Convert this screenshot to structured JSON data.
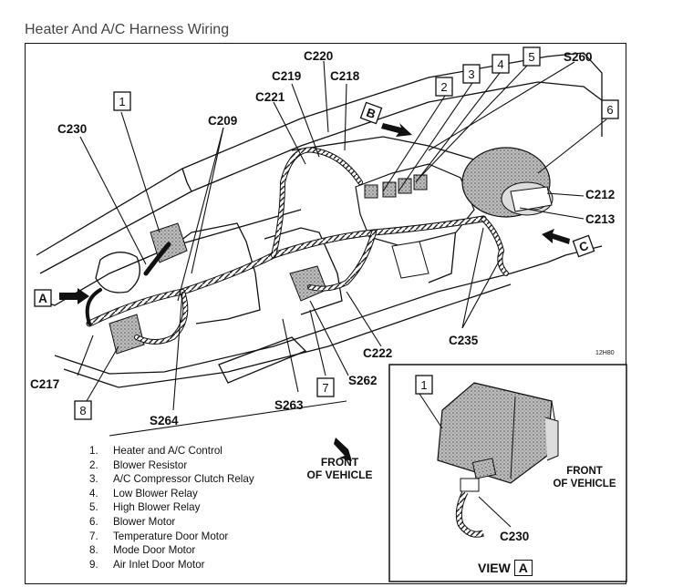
{
  "title": "Heater And A/C Harness Wiring",
  "callouts": {
    "c220": "C220",
    "c219": "C219",
    "c218": "C218",
    "c221": "C221",
    "c209": "C209",
    "c230": "C230",
    "s260": "S260",
    "c212": "C212",
    "c213": "C213",
    "c217": "C217",
    "c222": "C222",
    "c235": "C235",
    "s262": "S262",
    "s263": "S263",
    "s264": "S264",
    "c230_inset": "C230"
  },
  "boxes": {
    "b1": "1",
    "b2": "2",
    "b3": "3",
    "b4": "4",
    "b5": "5",
    "b6": "6",
    "b7": "7",
    "b8": "8",
    "b1_inset": "1"
  },
  "view_letters": {
    "a": "A",
    "b": "B",
    "c": "C"
  },
  "legend": [
    {
      "n": "1.",
      "label": "Heater and A/C Control"
    },
    {
      "n": "2.",
      "label": "Blower Resistor"
    },
    {
      "n": "3.",
      "label": "A/C Compressor Clutch Relay"
    },
    {
      "n": "4.",
      "label": "Low Blower Relay"
    },
    {
      "n": "5.",
      "label": "High Blower Relay"
    },
    {
      "n": "6.",
      "label": "Blower Motor"
    },
    {
      "n": "7.",
      "label": "Temperature Door Motor"
    },
    {
      "n": "8.",
      "label": "Mode Door Motor"
    },
    {
      "n": "9.",
      "label": "Air Inlet Door Motor"
    }
  ],
  "front_of_vehicle": {
    "line1": "FRONT",
    "line2": "OF VEHICLE"
  },
  "inset": {
    "front_line1": "FRONT",
    "front_line2": "OF VEHICLE",
    "view_label": "VIEW",
    "view_letter": "A"
  },
  "figure_code": "12H80"
}
